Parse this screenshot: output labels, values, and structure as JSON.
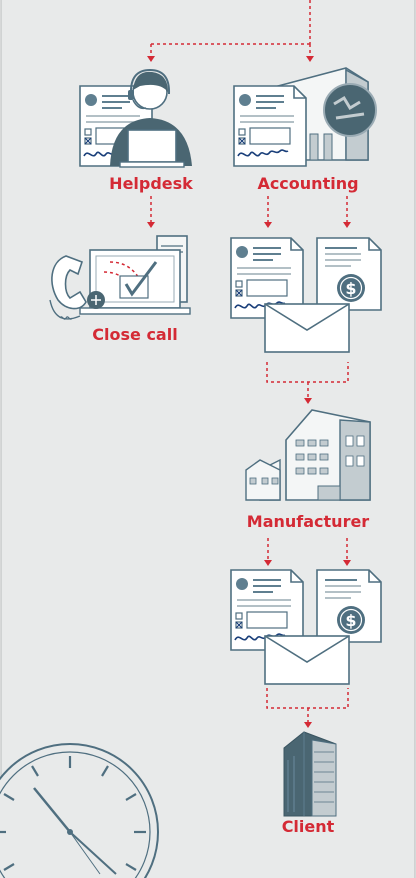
{
  "diagram": {
    "nodes": {
      "helpdesk": "Helpdesk",
      "accounting": "Accounting",
      "close_call": "Close call",
      "manufacturer": "Manufacturer",
      "client": "Client"
    },
    "colors": {
      "background": "#e8eaea",
      "panel_border": "#c8cbcb",
      "connector": "#d42a35",
      "label": "#d42a35",
      "outline": "#4f6f80",
      "document_fill": "#ffffff",
      "signature_ink": "#1a3f7a",
      "building_light": "#f4f6f6",
      "building_shade": "#c3ccd0",
      "tower_dark": "#4a6672"
    },
    "icons": [
      "helpdesk-operator-icon",
      "document-form-icon",
      "office-building-icon",
      "laptop-checkmark-icon",
      "telephone-icon",
      "invoice-dollar-icon",
      "envelope-icon",
      "factory-building-icon",
      "skyscraper-icon",
      "wall-clock-icon"
    ]
  }
}
